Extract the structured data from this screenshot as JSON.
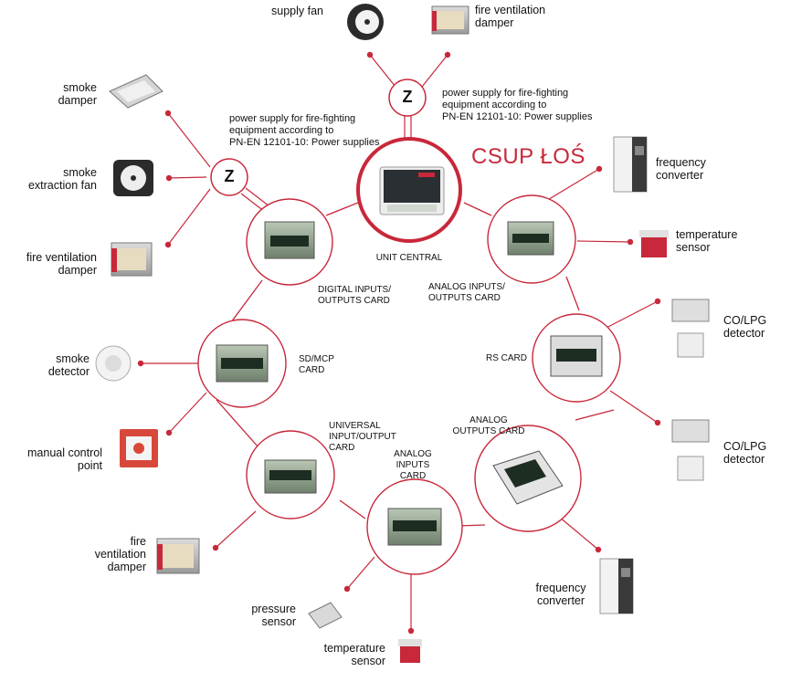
{
  "title": "CSUP ŁOŚ",
  "colors": {
    "accent": "#c8283a",
    "line": "#c8283a",
    "device_red": "#d0312d",
    "card_green": "#1e2d22"
  },
  "power_supply_symbol": "Z",
  "power_supply_text_top": "power supply for fire-fighting\nequipment according to\nPN-EN 12101-10: Power supplies",
  "power_supply_text_left": "power supply for fire-fighting\nequipment according to\nPN-EN 12101-10: Power supplies",
  "unit_central": "UNIT CENTRAL",
  "cards": {
    "digital": "DIGITAL INPUTS/\nOUTPUTS CARD",
    "analog_io": "ANALOG INPUTS/\nOUTPUTS CARD",
    "sd_mcp": "SD/MCP\nCARD",
    "rs": "RS CARD",
    "universal": "UNIVERSAL\nINPUT/OUTPUT\nCARD",
    "analog_inputs": "ANALOG\nINPUTS\nCARD",
    "analog_outputs": "ANALOG\nOUTPUTS CARD"
  },
  "devices": {
    "supply_fan": "supply fan",
    "fire_damper_top": "fire ventilation\ndamper",
    "smoke_damper": "smoke\ndamper",
    "smoke_extraction_fan": "smoke\nextraction fan",
    "fire_damper_left": "fire ventilation\ndamper",
    "smoke_detector": "smoke\ndetector",
    "manual_call_point": "manual control\npoint",
    "fire_damper_bottom": "fire\nventilation\ndamper",
    "pressure_sensor": "pressure\nsensor",
    "temperature_sensor_bottom": "temperature\nsensor",
    "frequency_converter_bottom": "frequency\nconverter",
    "co_lpg_detector_2": "CO/LPG\ndetector",
    "co_lpg_detector_1": "CO/LPG\ndetector",
    "temperature_sensor_right": "temperature\nsensor",
    "frequency_converter_top": "frequency\nconverter"
  }
}
